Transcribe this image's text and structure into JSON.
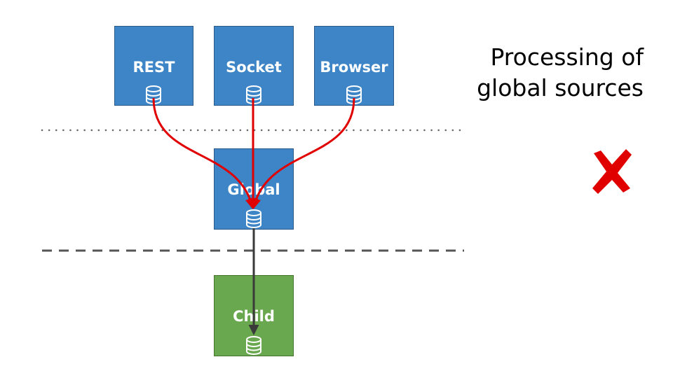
{
  "title": {
    "line1": "Processing of",
    "line2": "global sources"
  },
  "nodes": {
    "rest": {
      "label": "REST",
      "color": "#3d85c6"
    },
    "socket": {
      "label": "Socket",
      "color": "#3d85c6"
    },
    "browser": {
      "label": "Browser",
      "color": "#3d85c6"
    },
    "global": {
      "label": "Global",
      "color": "#3d85c6"
    },
    "child": {
      "label": "Child",
      "color": "#6aa84f"
    }
  },
  "icons": {
    "node_icon": "database-icon",
    "status_icon": "cross-mark-icon"
  },
  "colors": {
    "red_arrow": "#e00000",
    "dark_arrow": "#3a3a3a",
    "cross": "#e00000"
  }
}
